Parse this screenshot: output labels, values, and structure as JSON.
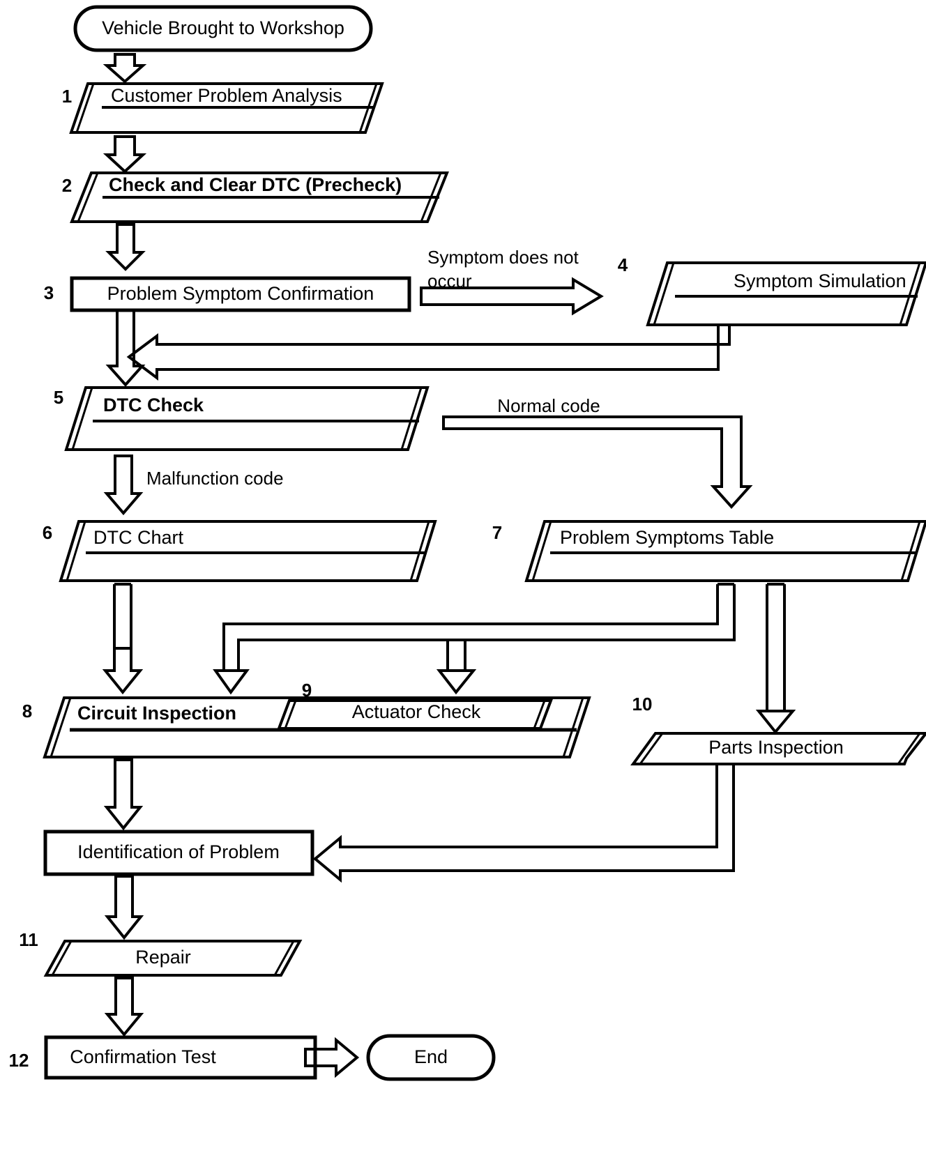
{
  "diagram": {
    "title": "Vehicle Troubleshooting Flowchart",
    "type": "flowchart",
    "orientation": "top-to-bottom",
    "colors": {
      "stroke": "#000000",
      "fill": "#ffffff",
      "text": "#000000"
    }
  },
  "terminals": {
    "start": {
      "label": "Vehicle Brought to Workshop",
      "shape": "stadium"
    },
    "end": {
      "label": "End",
      "shape": "stadium"
    }
  },
  "nodes": [
    {
      "step": "1",
      "label": "Customer Problem Analysis",
      "shape": "parallelogram-banded",
      "bold": false
    },
    {
      "step": "2",
      "label": "Check and Clear DTC (Precheck)",
      "shape": "parallelogram-banded",
      "bold": true
    },
    {
      "step": "3",
      "label": "Problem Symptom Confirmation",
      "shape": "rectangle",
      "bold": false
    },
    {
      "step": "4",
      "label": "Symptom Simulation",
      "shape": "parallelogram-banded",
      "bold": false
    },
    {
      "step": "5",
      "label": "DTC Check",
      "shape": "parallelogram-banded",
      "bold": true
    },
    {
      "step": "6",
      "label": "DTC Chart",
      "shape": "parallelogram-banded",
      "bold": false
    },
    {
      "step": "7",
      "label": "Problem Symptoms Table",
      "shape": "parallelogram-banded",
      "bold": false
    },
    {
      "step": "8",
      "label": "Circuit Inspection",
      "shape": "parallelogram-banded",
      "bold": true
    },
    {
      "step": "9",
      "label": "Actuator Check",
      "shape": "parallelogram-inset",
      "bold": false
    },
    {
      "step": "10",
      "label": "Parts Inspection",
      "shape": "parallelogram-plain",
      "bold": false
    },
    {
      "step": "11",
      "label": "Repair",
      "shape": "parallelogram-plain",
      "bold": false
    },
    {
      "step": "12",
      "label": "Confirmation Test",
      "shape": "rectangle",
      "bold": false
    }
  ],
  "untitled_nodes": [
    {
      "label": "Identification of Problem",
      "shape": "rectangle"
    }
  ],
  "edge_labels": {
    "symptom_does_not_occur_l1": "Symptom does not",
    "symptom_does_not_occur_l2": "occur",
    "normal_code": "Normal code",
    "malfunction_code": "Malfunction code"
  },
  "step_numbers": [
    "1",
    "2",
    "3",
    "4",
    "5",
    "6",
    "7",
    "8",
    "9",
    "10",
    "11",
    "12"
  ]
}
